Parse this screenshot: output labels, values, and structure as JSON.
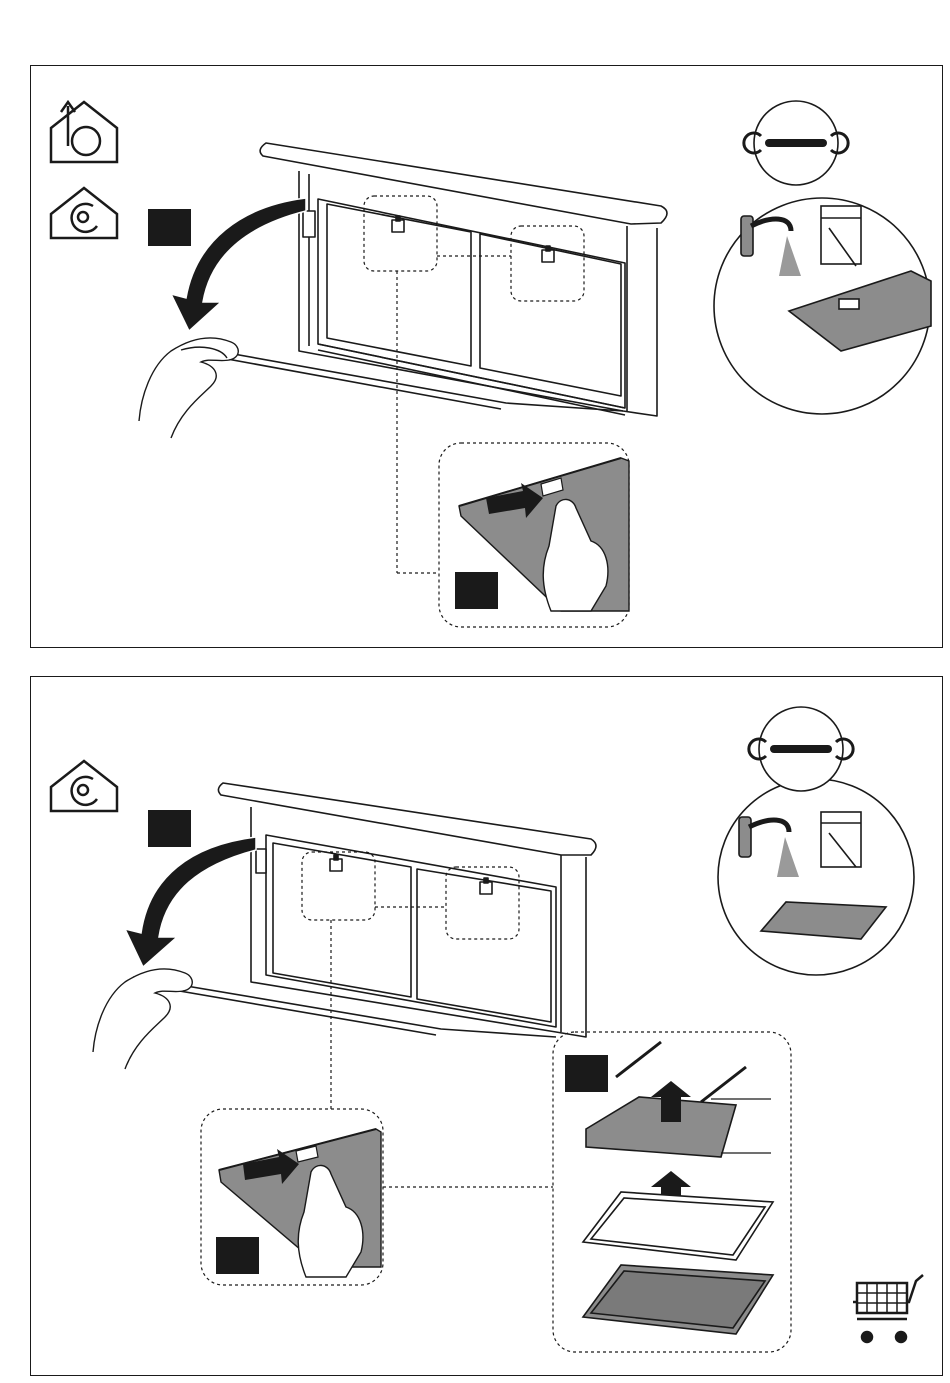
{
  "panels": [
    {
      "id": "top",
      "step_markers": 2,
      "icons": [
        "ducted-mode-icon",
        "recirculation-mode-icon",
        "wrench-icon",
        "dishwasher-icon",
        "tap-icon"
      ]
    },
    {
      "id": "bottom",
      "step_markers": 3,
      "icons": [
        "recirculation-mode-icon",
        "wrench-icon",
        "dishwasher-icon",
        "tap-icon",
        "shopping-cart-icon"
      ]
    }
  ],
  "colors": {
    "line": "#1a1a1a",
    "filter_fill": "#8c8c8c",
    "water_spray": "#9a9a9a",
    "background": "#ffffff"
  }
}
